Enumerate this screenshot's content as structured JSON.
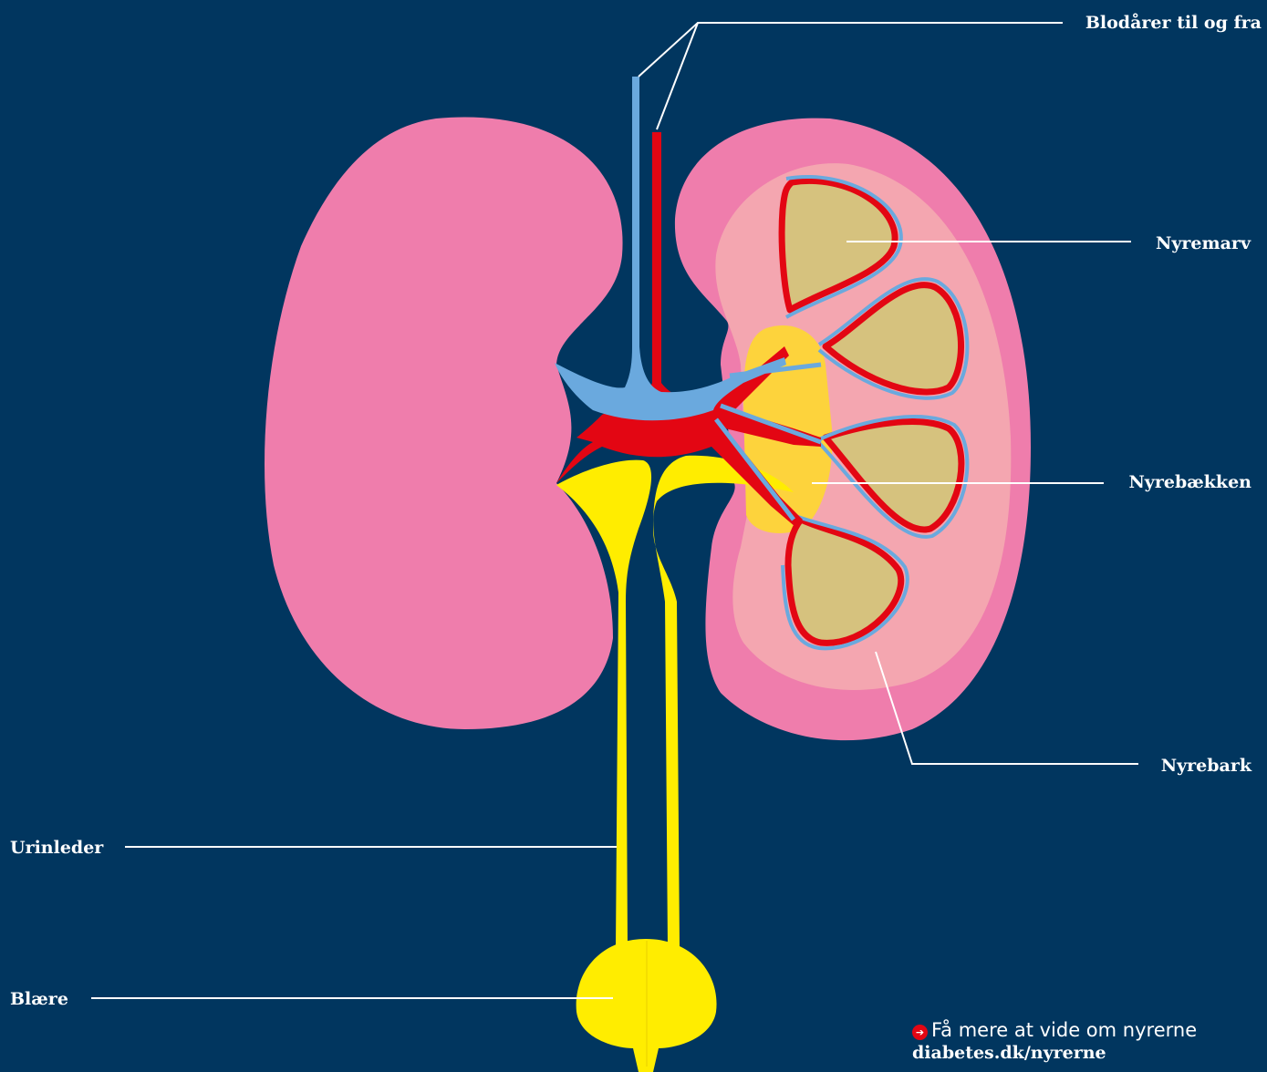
{
  "labels": {
    "blood_vessels": "Blodårer til og fra",
    "medulla": "Nyremarv",
    "pelvis": "Nyrebækken",
    "cortex": "Nyrebark",
    "ureter": "Urinleder",
    "bladder": "Blære"
  },
  "footer": {
    "icon": "arrow-right-circle-icon",
    "text": "Få mere at vide om nyrerne",
    "url": "diabetes.dk/nyrerne"
  },
  "colors": {
    "background": "#01365f",
    "kidney": "#ef7dac",
    "cortex_light": "#f4a6b0",
    "medulla": "#d6c27e",
    "vein": "#6aa9de",
    "artery": "#e30613",
    "urine": "#ffed00",
    "pelvis": "#fdd33c",
    "leader_line": "#ffffff"
  }
}
